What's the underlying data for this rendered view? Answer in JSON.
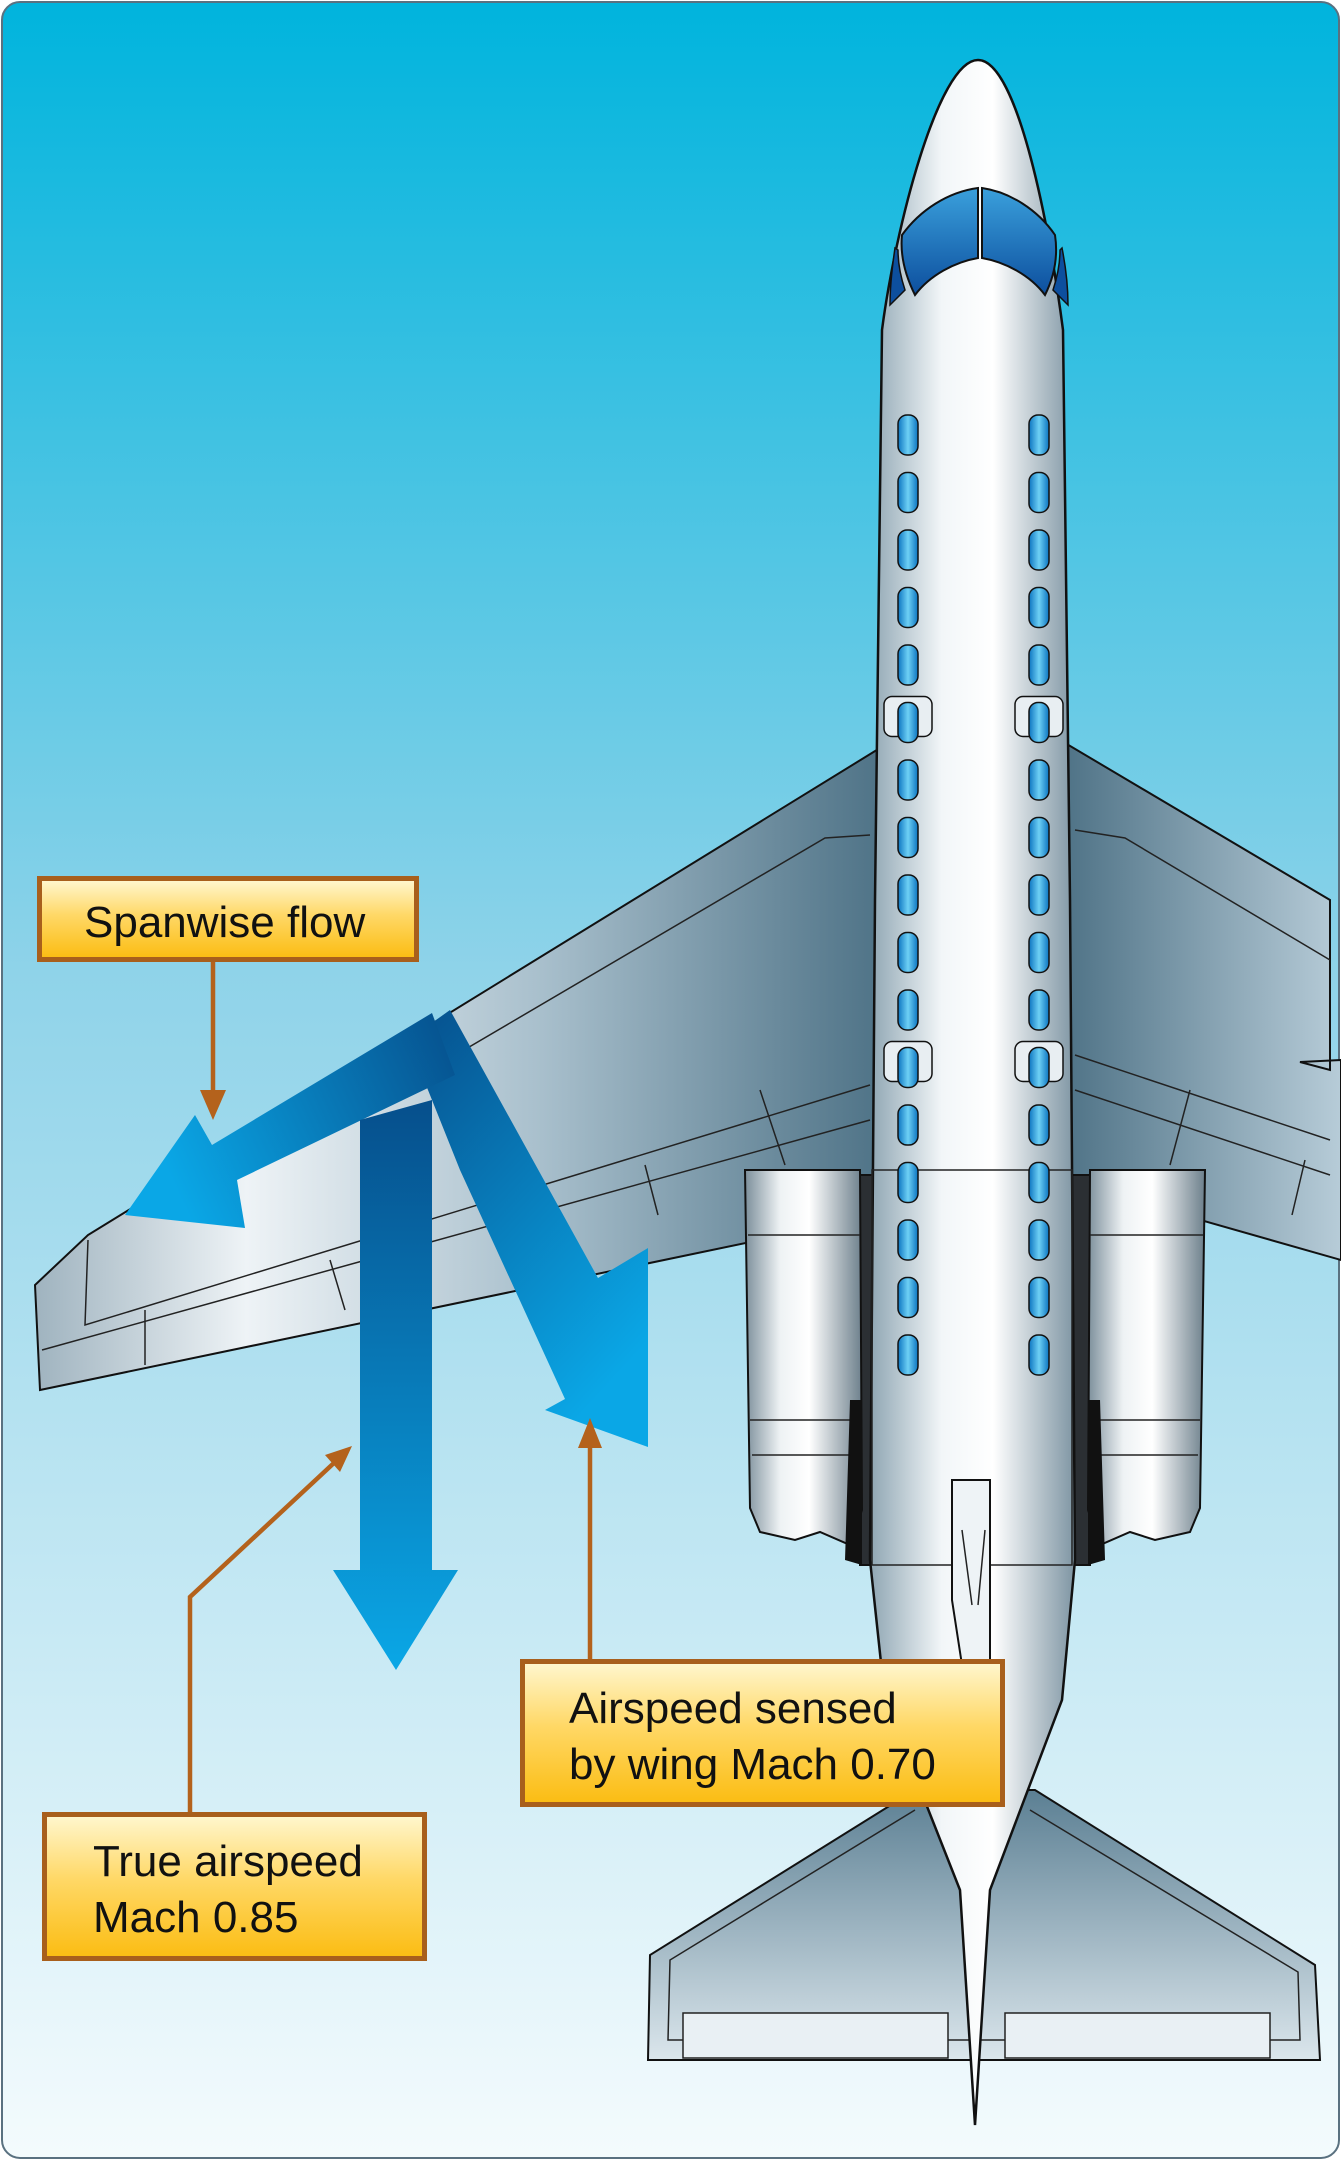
{
  "labels": {
    "spanwise": "Spanwise flow",
    "sensed_line1": "Airspeed sensed",
    "sensed_line2": "by wing Mach 0.70",
    "true_line1": "True airspeed",
    "true_line2": "Mach 0.85"
  },
  "colors": {
    "sky_top": "#00b4dd",
    "sky_bottom": "#f4fbfd",
    "arrow_blue": "#0aa7e6",
    "arrow_dark": "#0a5590",
    "callout_fill": "#fcc21a",
    "callout_border": "#a85f1c",
    "leader": "#b4621c"
  },
  "icons": [
    "airplane-top-view",
    "spanwise-flow-arrow",
    "true-airspeed-arrow",
    "sensed-airspeed-arrow"
  ]
}
